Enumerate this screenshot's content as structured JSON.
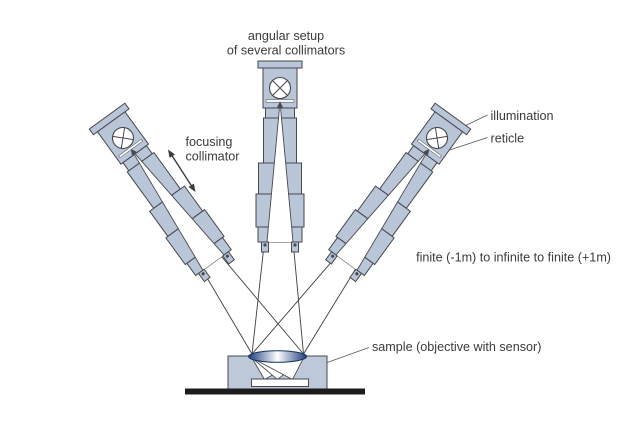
{
  "title": {
    "line1": "angular setup",
    "line2": "of several collimators"
  },
  "labels": {
    "focusing_line1": "focusing",
    "focusing_line2": "collimator",
    "illumination": "illumination",
    "reticle": "reticle",
    "range": "finite (-1m) to infinite to finite (+1m)",
    "sample": "sample (objective with sensor)"
  },
  "components": {
    "collimators": [
      "left focusing collimator",
      "center collimator",
      "right collimator"
    ],
    "illumination_symbol": "circle-with-cross icon",
    "sample_parts": [
      "objective lens",
      "sensor",
      "mount block",
      "ground bar"
    ]
  },
  "colors": {
    "background": "#ffffff",
    "body_fill": "#b9c6d8",
    "block_fill": "#bdc9d8",
    "outline": "#46484f",
    "ray": "#3c3e44",
    "leader": "#55575c",
    "lens_dark": "#1e3d7d",
    "lens_light": "#ffffff",
    "ground": "#1c1c1c",
    "text": "#3b3b3b"
  }
}
